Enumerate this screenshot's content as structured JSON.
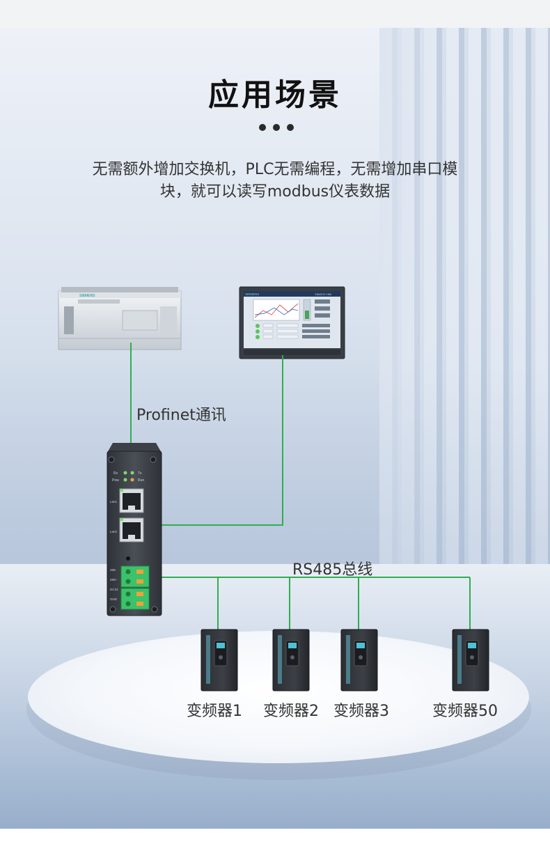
{
  "title": "应用场景",
  "description": {
    "line1": "无需额外增加交换机，PLC无需编程，无需增加串口模",
    "line2": "块，就可以读写modbus仪表数据"
  },
  "labels": {
    "profinet": "Profinet通讯",
    "rs485": "RS485总线"
  },
  "gateway": {
    "led_rx": "Rx",
    "led_tx": "Tx",
    "led_pow": "Pow",
    "led_run": "Run",
    "port1": "Lan1",
    "port2": "Lan2",
    "term1": "485-",
    "term2": "485+",
    "term3": "DC24",
    "term4": "GND"
  },
  "hmi": {
    "brand": "SIEMENS",
    "model": "SIMATIC HMI"
  },
  "plc": {
    "brand": "SIEMENS"
  },
  "inverters": [
    {
      "label": "变频器1"
    },
    {
      "label": "变频器2"
    },
    {
      "label": "变频器3"
    },
    {
      "label": "变频器50"
    }
  ],
  "colors": {
    "wire": "#2fae4f",
    "terminal": "#3cc26a",
    "device_body": "#3d4147"
  }
}
